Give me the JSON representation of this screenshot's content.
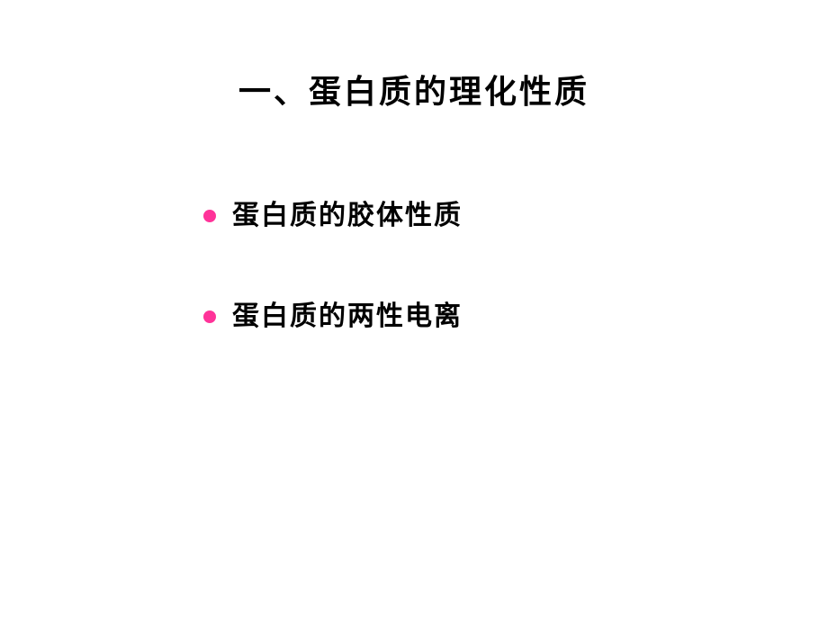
{
  "slide": {
    "title": "一、蛋白质的理化性质",
    "bullet_color": "#ff3399",
    "bullets": [
      {
        "text": "蛋白质的胶体性质"
      },
      {
        "text": "蛋白质的两性电离"
      }
    ]
  }
}
